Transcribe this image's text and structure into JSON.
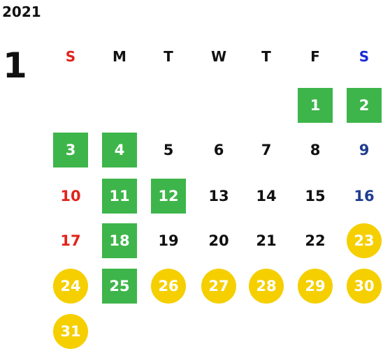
{
  "header": {
    "year": "2021",
    "month": "1"
  },
  "colors": {
    "sunday": "#e2231a",
    "saturday_header": "#1a2bd6",
    "saturday_day": "#1f3d8f",
    "holiday_green": "#3db54a",
    "event_yellow": "#f5cf00",
    "default": "#111111"
  },
  "weekdays": [
    {
      "label": "S",
      "style": "sun"
    },
    {
      "label": "M",
      "style": "normal"
    },
    {
      "label": "T",
      "style": "normal"
    },
    {
      "label": "W",
      "style": "normal"
    },
    {
      "label": "T",
      "style": "normal"
    },
    {
      "label": "F",
      "style": "normal"
    },
    {
      "label": "S",
      "style": "sat"
    }
  ],
  "first_weekday_index": 5,
  "days": [
    {
      "day": "1",
      "mark": "green"
    },
    {
      "day": "2",
      "mark": "green"
    },
    {
      "day": "3",
      "mark": "green"
    },
    {
      "day": "4",
      "mark": "green"
    },
    {
      "day": "5",
      "mark": "none"
    },
    {
      "day": "6",
      "mark": "none"
    },
    {
      "day": "7",
      "mark": "none"
    },
    {
      "day": "8",
      "mark": "none"
    },
    {
      "day": "9",
      "mark": "none"
    },
    {
      "day": "10",
      "mark": "none"
    },
    {
      "day": "11",
      "mark": "green"
    },
    {
      "day": "12",
      "mark": "green"
    },
    {
      "day": "13",
      "mark": "none"
    },
    {
      "day": "14",
      "mark": "none"
    },
    {
      "day": "15",
      "mark": "none"
    },
    {
      "day": "16",
      "mark": "none"
    },
    {
      "day": "17",
      "mark": "none"
    },
    {
      "day": "18",
      "mark": "green"
    },
    {
      "day": "19",
      "mark": "none"
    },
    {
      "day": "20",
      "mark": "none"
    },
    {
      "day": "21",
      "mark": "none"
    },
    {
      "day": "22",
      "mark": "none"
    },
    {
      "day": "23",
      "mark": "yellow"
    },
    {
      "day": "24",
      "mark": "yellow"
    },
    {
      "day": "25",
      "mark": "green"
    },
    {
      "day": "26",
      "mark": "yellow"
    },
    {
      "day": "27",
      "mark": "yellow"
    },
    {
      "day": "28",
      "mark": "yellow"
    },
    {
      "day": "29",
      "mark": "yellow"
    },
    {
      "day": "30",
      "mark": "yellow"
    },
    {
      "day": "31",
      "mark": "yellow"
    }
  ]
}
